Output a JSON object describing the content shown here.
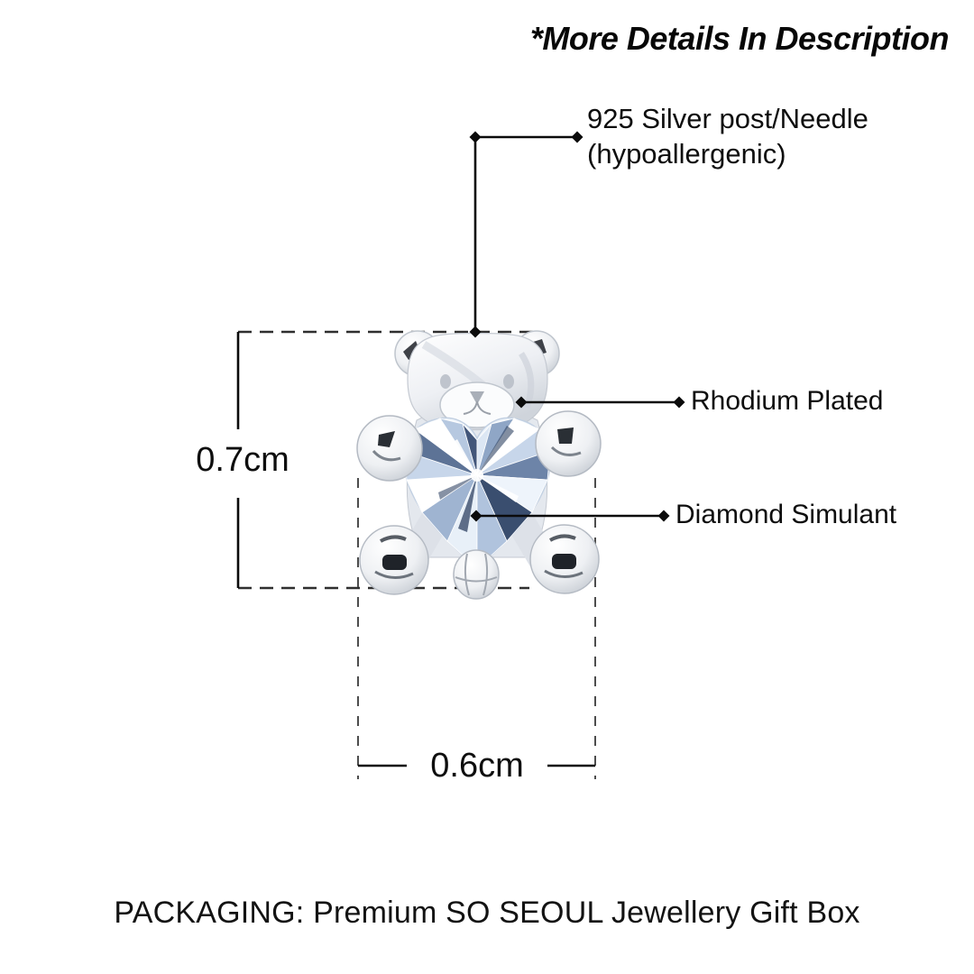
{
  "note": {
    "text": "*More Details In Description"
  },
  "labels": {
    "post_line1": "925 Silver post/Needle",
    "post_line2": "(hypoallergenic)",
    "plating": "Rhodium Plated",
    "stone": "Diamond Simulant"
  },
  "dimensions": {
    "height": "0.7cm",
    "width": "0.6cm"
  },
  "packaging": {
    "text": "PACKAGING: Premium SO SEOUL Jewellery Gift Box"
  },
  "figure": {
    "description": "Silver rhodium-plated teddy bear stud earring holding a heart-shaped diamond simulant"
  },
  "colors": {
    "background": "#ffffff",
    "text": "#0e0e0e",
    "leader_line": "#0b0b0b",
    "dash_dark": "#2f2f2f",
    "dash_gray": "#4d4d4d",
    "metal_light": "#ffffff",
    "metal_mid": "#e8ebef",
    "metal_shadow": "#c2c7cf",
    "gem_light": "#eef4fb",
    "gem_mid": "#b6c8e0",
    "gem_dark": "#3a4e6f"
  }
}
